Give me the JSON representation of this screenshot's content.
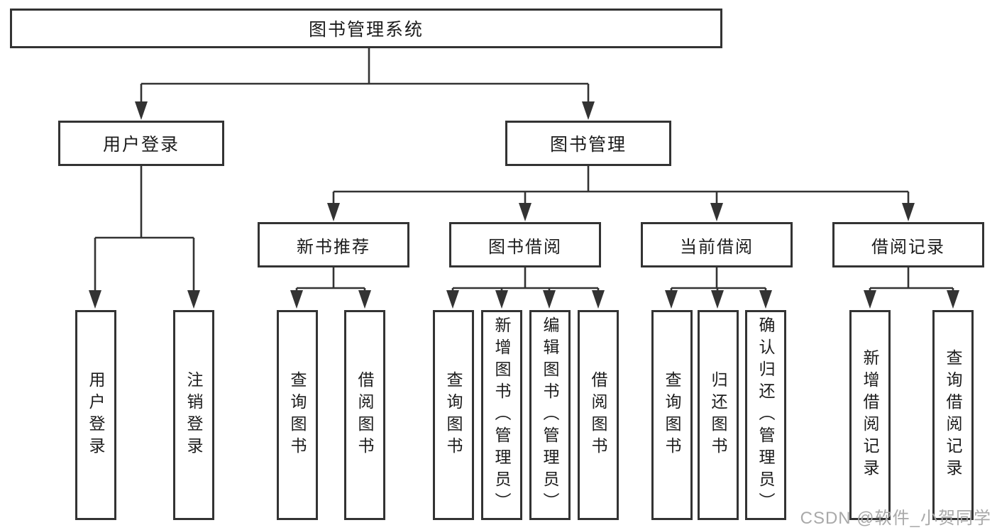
{
  "diagram_title": "图书管理系统",
  "nodes": {
    "root": "图书管理系统",
    "level2": [
      "用户登录",
      "图书管理"
    ],
    "level3": [
      "新书推荐",
      "图书借阅",
      "当前借阅",
      "借阅记录"
    ],
    "level4": [
      "用户登录",
      "注销登录",
      "查询图书",
      "借阅图书",
      "查询图书",
      "新增图书（管理员）",
      "编辑图书（管理员）",
      "借阅图书",
      "查询图书",
      "归还图书",
      "确认归还（管理员）",
      "新增借阅记录",
      "查询借阅记录"
    ]
  },
  "watermark": "CSDN @软件_小贺同学",
  "colors": {
    "line": "#333333",
    "text": "#1c1c1c",
    "watermark": "#a9a9a9",
    "background": "#ffffff"
  }
}
